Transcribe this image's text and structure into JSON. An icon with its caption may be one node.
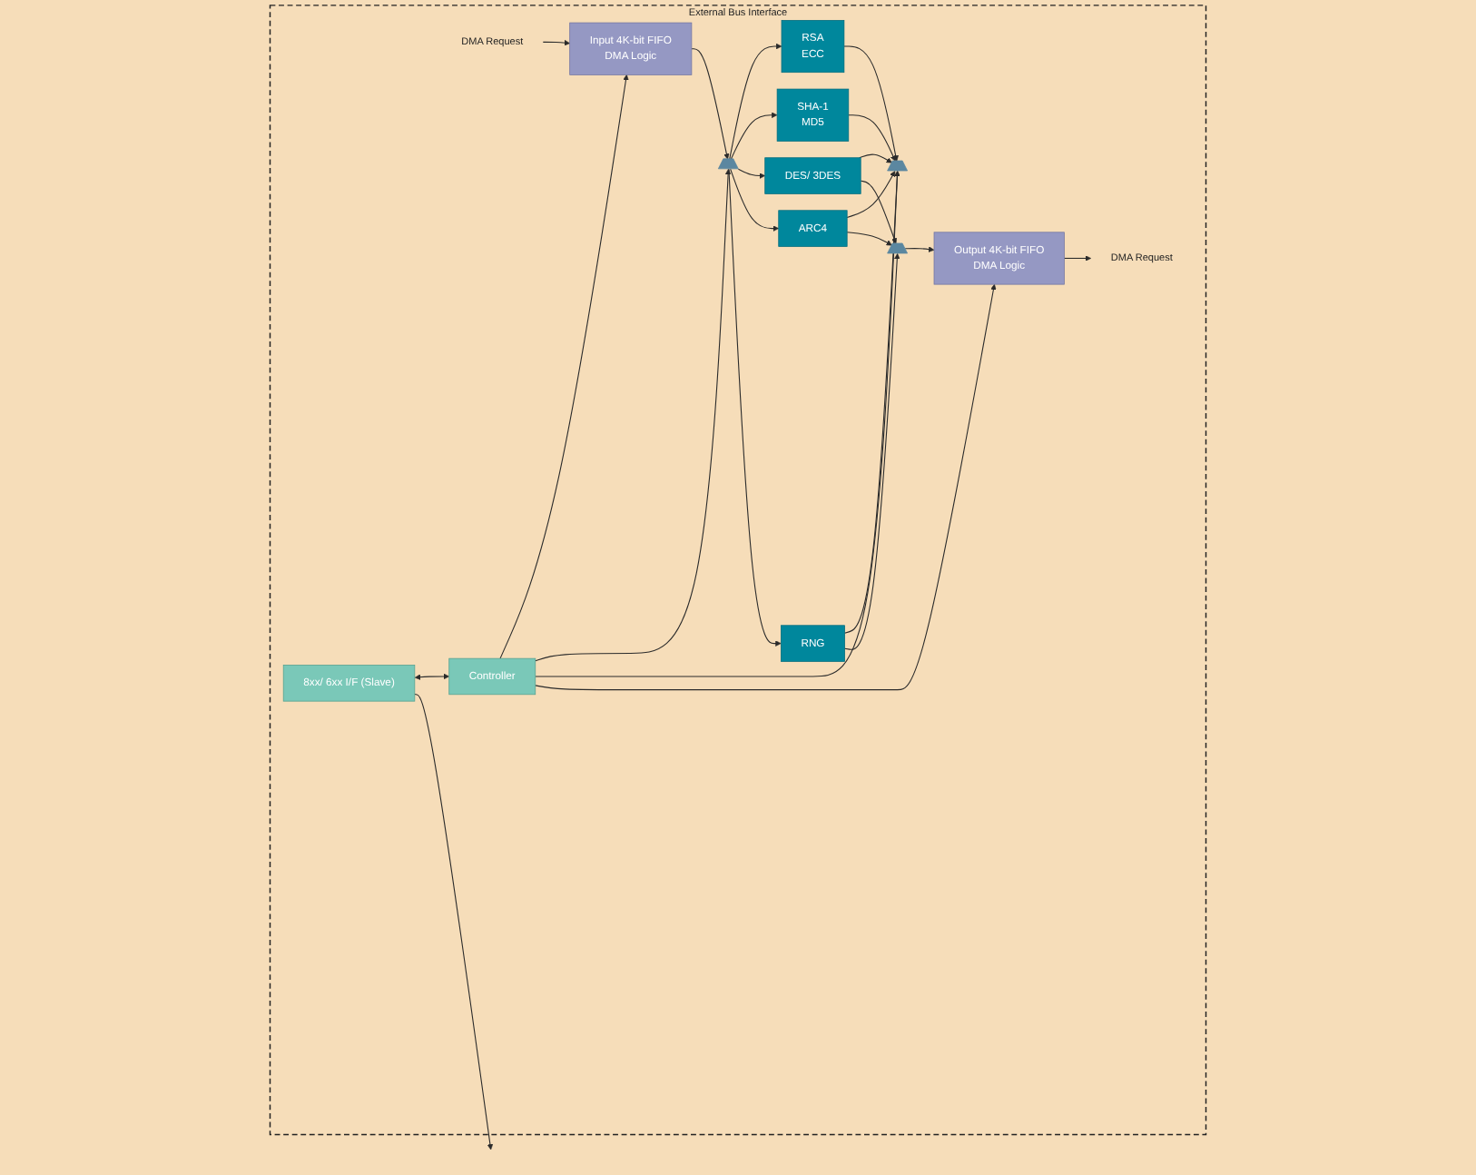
{
  "diagram": {
    "nodes": [
      {
        "text": [
          "External Bus Interface"
        ]
      },
      {
        "text": [
          "DMA Request"
        ],
        "in": 0
      },
      {
        "text": [
          "Input 4K-bit FIFO",
          "DMA Logic"
        ],
        "in": 0
      },
      {
        "text": [],
        "shape": "trapezoid",
        "in": 0
      },
      {
        "text": [
          "RSA",
          "ECC"
        ],
        "in": 0
      },
      {
        "text": [
          "SHA-1",
          "MD5"
        ],
        "in": 0
      },
      {
        "text": [
          "DES/ 3DES"
        ],
        "in": 0
      },
      {
        "text": [
          "ARC4"
        ],
        "in": 0
      },
      {
        "text": [
          "RNG"
        ],
        "in": 0
      },
      {
        "text": [
          "8xx/ 6xx I/F (Slave)"
        ],
        "in": 0
      },
      {
        "text": [
          "Controller"
        ],
        "in": 0
      },
      {
        "text": [],
        "shape": "trapezoid",
        "in": 0
      },
      {
        "text": [
          "Output 4K-bit FIFO",
          "DMA Logic"
        ],
        "in": 0
      },
      {
        "text": [],
        "shape": "trapezoid",
        "in": 0
      },
      {
        "text": [
          "DMA Request"
        ],
        "in": 0
      }
    ],
    "edges": [
      {
        "from": 1,
        "to": 2,
        "arrow": "to"
      },
      {
        "from": 2,
        "to": 3,
        "arrow": "to"
      },
      {
        "from": 10,
        "to": 2,
        "arrow": "to"
      },
      {
        "from": 10,
        "to": 3,
        "arrow": "to"
      },
      {
        "from": 3,
        "to": 4,
        "arrow": "to"
      },
      {
        "from": 3,
        "to": 5,
        "arrow": "to"
      },
      {
        "from": 3,
        "to": 6,
        "arrow": "to"
      },
      {
        "from": 3,
        "to": 7,
        "arrow": "to"
      },
      {
        "from": 3,
        "to": 8,
        "arrow": "to"
      },
      {
        "from": 4,
        "to": 11,
        "arrow": "to"
      },
      {
        "from": 5,
        "to": 11,
        "arrow": "to"
      },
      {
        "from": 6,
        "to": 11,
        "arrow": "to"
      },
      {
        "from": 7,
        "to": 11,
        "arrow": "to"
      },
      {
        "from": 8,
        "to": 11,
        "arrow": "to"
      },
      {
        "from": 6,
        "to": 13,
        "arrow": "to"
      },
      {
        "from": 7,
        "to": 13,
        "arrow": "to"
      },
      {
        "from": 8,
        "to": 13,
        "arrow": "to"
      },
      {
        "from": 9,
        "to": 10,
        "arrow": "both"
      },
      {
        "from": 9,
        "to": 0,
        "arrow": "to"
      },
      {
        "from": 10,
        "to": 11,
        "arrow": "to"
      },
      {
        "from": 10,
        "to": 12,
        "arrow": "to"
      },
      {
        "from": 13,
        "to": 12,
        "arrow": "to"
      },
      {
        "from": 12,
        "to": 14,
        "arrow": "to"
      }
    ]
  }
}
